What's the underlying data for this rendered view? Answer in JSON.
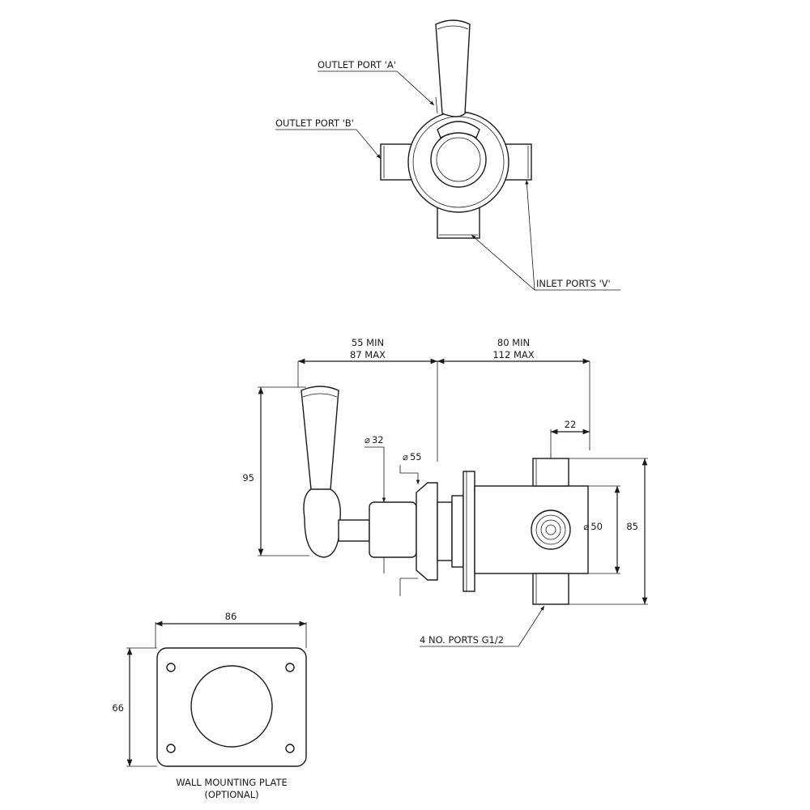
{
  "top_view": {
    "labels": {
      "outlet_a": "OUTLET PORT 'A'",
      "outlet_b": "OUTLET PORT 'B'",
      "inlet_v": "INLET PORTS 'V'"
    }
  },
  "side_view": {
    "dims": {
      "handle_reach_min": "55 MIN",
      "handle_reach_max": "87 MAX",
      "body_depth_min": "80 MIN",
      "body_depth_max": "112 MAX",
      "port_offset": "22",
      "spindle_dia": "32",
      "flange_dia": "55",
      "body_dia": "50",
      "handle_height": "95",
      "body_height": "85",
      "dia_symbol": "⌀"
    },
    "labels": {
      "ports": "4 NO. PORTS G1/2"
    }
  },
  "plate": {
    "dims": {
      "width": "86",
      "height": "66"
    },
    "labels": {
      "line1": "WALL MOUNTING PLATE",
      "line2": "(OPTIONAL)"
    }
  }
}
